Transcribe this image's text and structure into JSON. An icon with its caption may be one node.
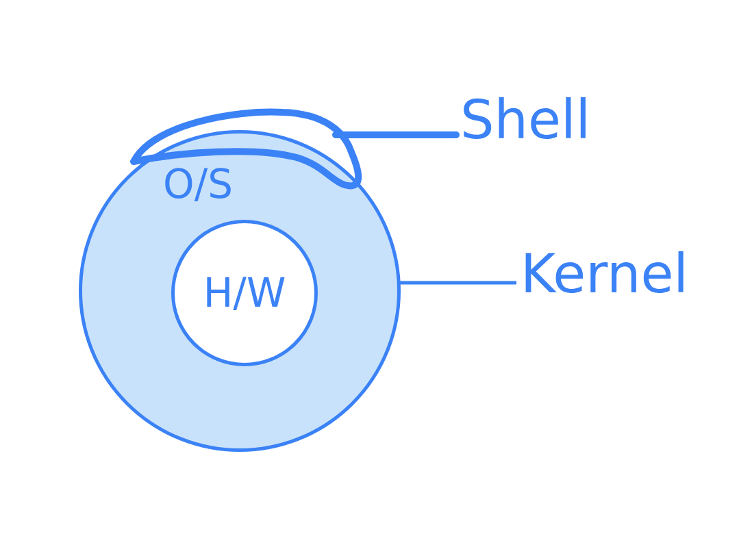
{
  "diagram": {
    "nodes": [
      {
        "text": [
          "O/S"
        ]
      },
      {
        "text": [
          "H/W"
        ],
        "in": 0
      },
      {
        "text": [],
        "shape": "band"
      },
      {
        "text": [
          "Shell"
        ]
      },
      {
        "text": [
          "Kernel"
        ]
      }
    ],
    "edges": [
      {
        "from": 3,
        "to": 2,
        "arrow": "none",
        "style": "thick"
      },
      {
        "from": 4,
        "to": 0,
        "arrow": "none"
      }
    ]
  }
}
